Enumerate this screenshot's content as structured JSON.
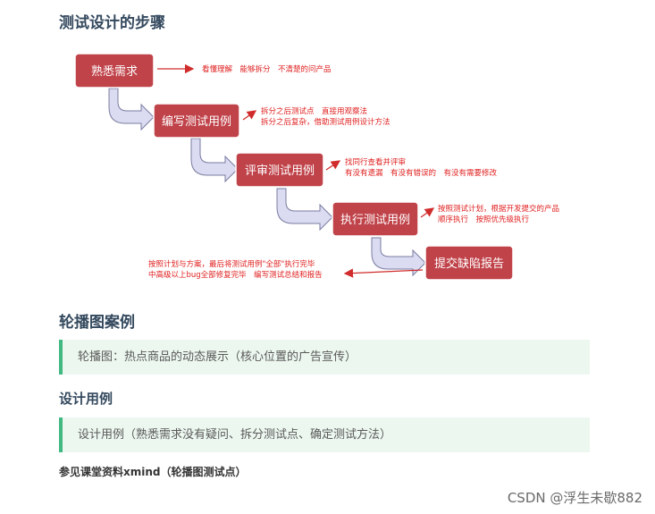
{
  "title": "测试设计的步骤",
  "diagram": {
    "steps": [
      "熟悉需求",
      "编写测试用例",
      "评审测试用例",
      "执行测试用例",
      "提交缺陷报告"
    ],
    "notes": {
      "step1": "看懂理解　能够拆分　不清楚的问产品",
      "step2_l1": "拆分之后测试点　直接用观察法",
      "step2_l2": "拆分之后复杂，借助测试用例设计方法",
      "step3_l1": "找同行查看并评审",
      "step3_l2": "有没有遗漏　有没有错误的　有没有需要修改",
      "step4_l1": "按照测试计划，根据开发提交的产品",
      "step4_l2": "顺序执行　按照优先级执行",
      "step5_l1": "按照计划与方案，最后将测试用例\"全部\"执行完毕",
      "step5_l2": "中高级以上bug全部修复完毕　编写测试总结和报告"
    },
    "colors": {
      "box": "#c0434a",
      "arrow": "#d02c2c",
      "note": "#e02020",
      "chevron": "#dbdcf2"
    }
  },
  "carousel_title": "轮播图案例",
  "carousel_quote": "轮播图：热点商品的动态展示（核心位置的广告宣传）",
  "design_title": "设计用例",
  "design_quote": "设计用例（熟悉需求没有疑问、拆分测试点、确定测试方法）",
  "reference": "参见课堂资料xmind（轮播图测试点）",
  "watermark": "CSDN @浮生未歇882"
}
